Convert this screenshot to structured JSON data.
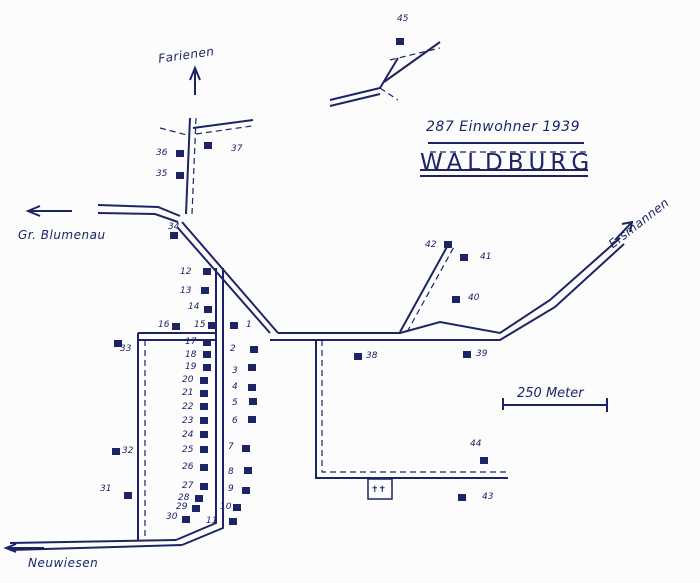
{
  "map": {
    "population_note": "287 Einwohner 1939",
    "title": "WALDBURG",
    "scale_label": "250 Meter",
    "directions": {
      "north": "Farienen",
      "west": "Gr. Blumenau",
      "east": "Ersmannen",
      "southwest": "Neuwiesen"
    },
    "house_numbers": [
      "1",
      "2",
      "3",
      "4",
      "5",
      "6",
      "7",
      "8",
      "9",
      "10",
      "11",
      "12",
      "13",
      "14",
      "15",
      "16",
      "17",
      "18",
      "19",
      "20",
      "21",
      "22",
      "23",
      "24",
      "25",
      "26",
      "27",
      "28",
      "29",
      "30",
      "31",
      "32",
      "33",
      "34",
      "35",
      "36",
      "37",
      "38",
      "39",
      "40",
      "41",
      "42",
      "43",
      "44",
      "45"
    ],
    "ink_color": "#1c2466"
  }
}
